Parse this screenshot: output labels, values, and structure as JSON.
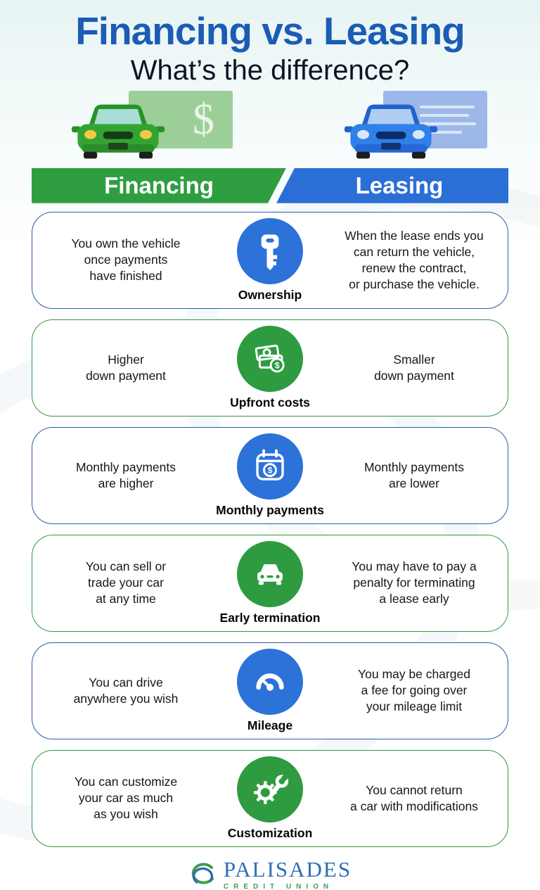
{
  "header": {
    "title": "Financing vs. Leasing",
    "subtitle": "What’s the difference?"
  },
  "hero": {
    "dollar": "$"
  },
  "banner": {
    "left": "Financing",
    "right": "Leasing"
  },
  "rows": [
    {
      "label": "Ownership",
      "icon": "key-icon",
      "color": "blue",
      "left": "You own the vehicle\nonce payments\nhave finished",
      "right": "When the lease ends you\ncan return the vehicle,\nrenew the contract,\nor purchase the vehicle."
    },
    {
      "label": "Upfront costs",
      "icon": "cash-icon",
      "color": "green",
      "left": "Higher\ndown payment",
      "right": "Smaller\ndown payment"
    },
    {
      "label": "Monthly payments",
      "icon": "calendar-dollar-icon",
      "color": "blue",
      "left": "Monthly payments\nare higher",
      "right": "Monthly payments\nare lower"
    },
    {
      "label": "Early termination",
      "icon": "car-icon",
      "color": "green",
      "left": "You can sell or\ntrade your car\nat any time",
      "right": "You may have to pay a\npenalty for terminating\na lease early"
    },
    {
      "label": "Mileage",
      "icon": "speedometer-icon",
      "color": "blue",
      "left": "You can drive\nanywhere you wish",
      "right": "You may be charged\na fee for going over\nyour mileage limit"
    },
    {
      "label": "Customization",
      "icon": "gear-wrench-icon",
      "color": "green",
      "left": "You can customize\nyour car as much\nas you wish",
      "right": "You cannot return\na car with modifications"
    }
  ],
  "footer": {
    "brand": "PALISADES",
    "brand_sub": "CREDIT UNION"
  },
  "colors": {
    "green": "#2E9B41",
    "blue": "#2C72D9",
    "title_blue": "#1B5CB5"
  }
}
